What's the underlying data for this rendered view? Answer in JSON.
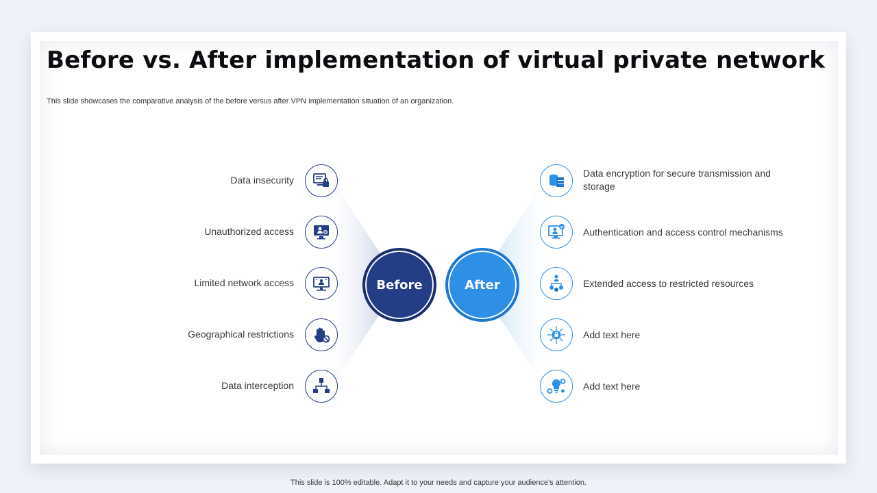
{
  "title": "Before vs. After implementation of virtual private network",
  "subtitle": "This slide showcases the comparative analysis of the before versus after VPN implementation situation of an organization.",
  "footer": "This slide is 100% editable. Adapt it to your needs and capture your audience's attention.",
  "colors": {
    "before": "#233d86",
    "after": "#2d8fe6",
    "fan_before": "#d6dcee",
    "fan_after": "#d9ebfb"
  },
  "before": {
    "label": "Before",
    "items": [
      {
        "label": "Data insecurity",
        "icon": "computer-lock-icon"
      },
      {
        "label": "Unauthorized access",
        "icon": "monitor-user-denied-icon"
      },
      {
        "label": "Limited network access",
        "icon": "monitor-network-icon"
      },
      {
        "label": "Geographical restrictions",
        "icon": "hand-stop-icon"
      },
      {
        "label": "Data interception",
        "icon": "network-nodes-icon"
      }
    ]
  },
  "after": {
    "label": "After",
    "items": [
      {
        "label": "Data encryption for secure transmission and storage",
        "icon": "database-server-icon"
      },
      {
        "label": "Authentication and access control mechanisms",
        "icon": "user-check-monitor-icon"
      },
      {
        "label": "Extended access to restricted resources",
        "icon": "hierarchy-access-icon"
      },
      {
        "label": "Add text here",
        "icon": "lock-network-icon"
      },
      {
        "label": "Add text here",
        "icon": "lightbulb-gears-icon"
      }
    ]
  }
}
